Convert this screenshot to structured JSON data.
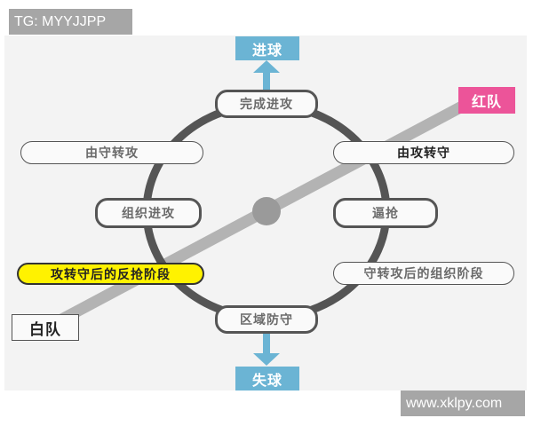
{
  "watermarks": {
    "top_left": "TG: MYYJJPP",
    "bottom_right": "www.xklpy.com"
  },
  "diagram": {
    "goal_scored": "进球",
    "goal_conceded": "失球",
    "cycle_nodes": {
      "top": "完成进攻",
      "left": "组织进攻",
      "right": "逼抢",
      "bottom": "区域防守"
    },
    "transitions": {
      "defense_to_attack": "由守转攻",
      "attack_to_defense": "由攻转守",
      "counter_press_phase": "攻转守后的反抢阶段",
      "organized_phase_after_turnover": "守转攻后的组织阶段"
    },
    "teams": {
      "red": "红队",
      "white": "白队"
    },
    "colors": {
      "goal_box": "#6bb4d4",
      "red_team": "#ec5499",
      "highlight": "#fff200",
      "cycle_ring": "#555555",
      "team_line": "#b0b0b0"
    }
  }
}
